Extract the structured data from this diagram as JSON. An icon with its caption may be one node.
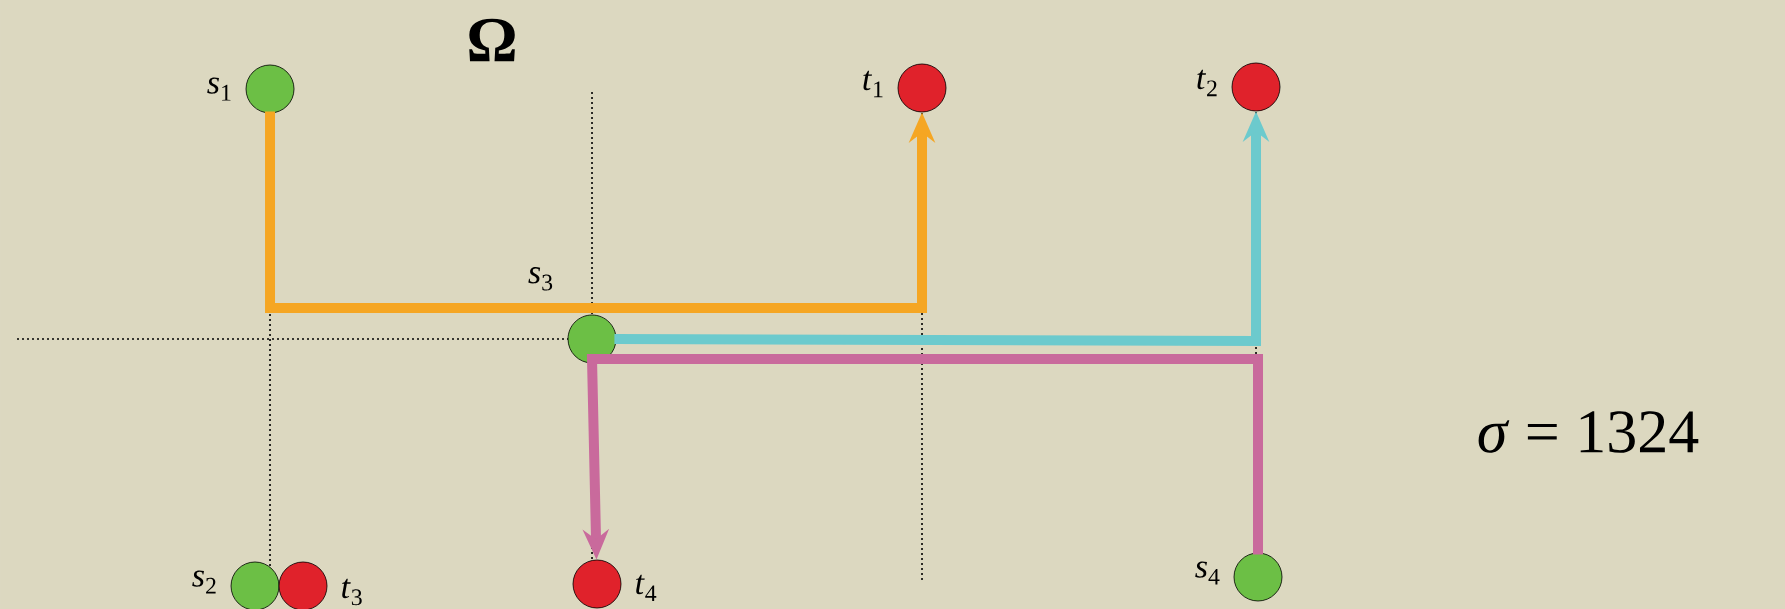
{
  "diagram": {
    "nodes": [
      {
        "text": [],
        "shape": "circle",
        "beside": [
          "*s*$_{1}$"
        ]
      },
      {
        "text": [],
        "shape": "circle",
        "beside": [
          "*t*$_{1}$"
        ]
      },
      {
        "text": [],
        "shape": "circle",
        "beside": [
          "*t*$_{2}$"
        ]
      },
      {
        "text": [],
        "shape": "circle",
        "beside": [
          "*s*$_{3}$"
        ]
      },
      {
        "text": [],
        "shape": "circle",
        "beside": [
          "*s*$_{2}$"
        ]
      },
      {
        "text": [],
        "shape": "circle",
        "beside": [
          "*t*$_{3}$"
        ]
      },
      {
        "text": [],
        "shape": "circle",
        "beside": [
          "*t*$_{4}$"
        ]
      },
      {
        "text": [],
        "shape": "circle",
        "beside": [
          "*s*$_{4}$"
        ]
      }
    ],
    "edges": [
      {
        "from": 0,
        "to": 1,
        "arrow": "to",
        "color": "#f5a623"
      },
      {
        "from": 3,
        "to": 2,
        "arrow": "to",
        "color": "#6ccacd"
      },
      {
        "from": 7,
        "to": 6,
        "arrow": "to",
        "color": "#c96a9c"
      }
    ],
    "labels": [
      "Ω",
      "*σ* = 1324"
    ]
  }
}
